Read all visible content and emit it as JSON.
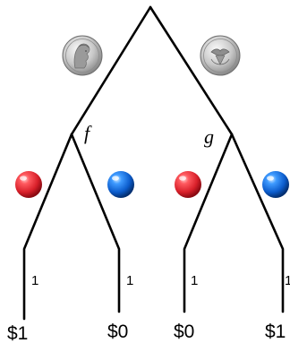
{
  "tree": {
    "nodes": {
      "left": {
        "label": "f"
      },
      "right": {
        "label": "g"
      }
    },
    "coins": [
      {
        "side": "heads"
      },
      {
        "side": "tails"
      }
    ],
    "marbles": [
      {
        "color": "red"
      },
      {
        "color": "blue"
      },
      {
        "color": "red"
      },
      {
        "color": "blue"
      }
    ],
    "colors": {
      "red": "#e8323c",
      "blue": "#1a6fe0",
      "edge": "#000000"
    },
    "leaves": [
      {
        "probability": "1",
        "payoff": "$1"
      },
      {
        "probability": "1",
        "payoff": "$0"
      },
      {
        "probability": "1",
        "payoff": "$0"
      },
      {
        "probability": "1",
        "payoff": "$1"
      }
    ]
  }
}
